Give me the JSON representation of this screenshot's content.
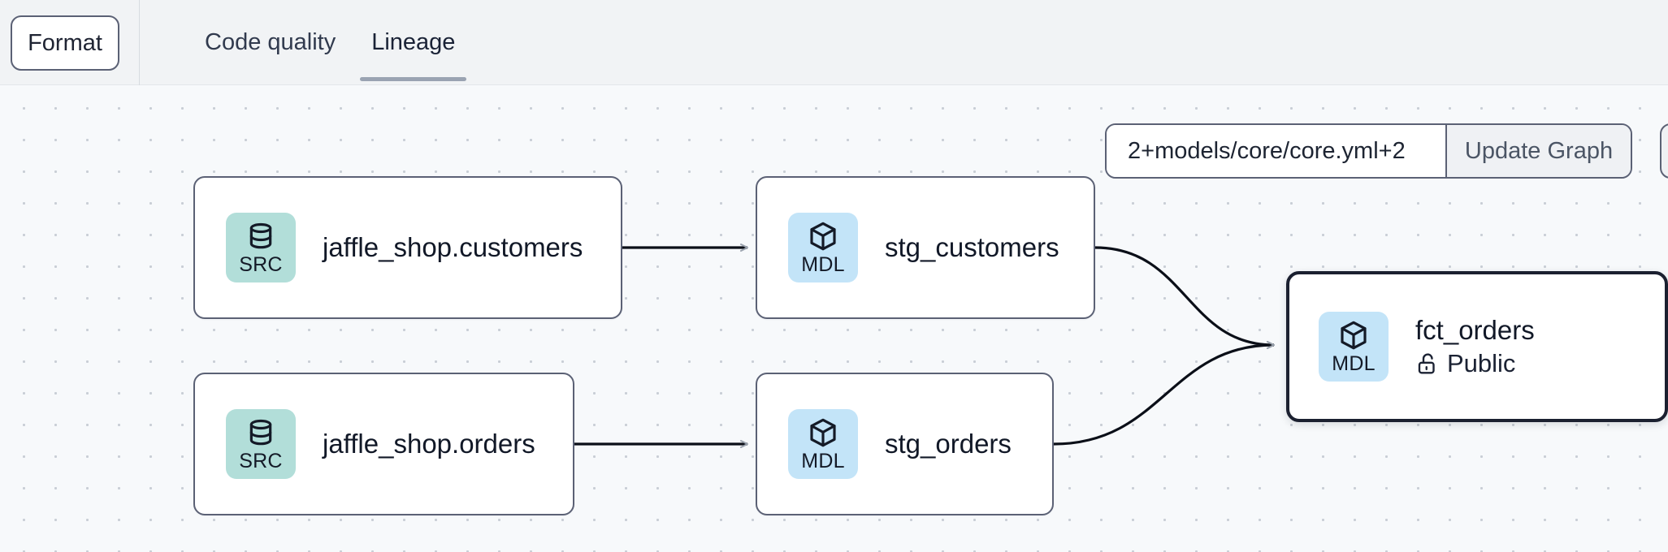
{
  "header": {
    "format_button": "Format",
    "tabs": [
      {
        "label": "Code quality",
        "active": false
      },
      {
        "label": "Lineage",
        "active": true
      }
    ]
  },
  "graph_toolbar": {
    "selector_value": "2+models/core/core.yml+2",
    "selector_placeholder": "2+models/core/core.yml+2",
    "update_button": "Update Graph"
  },
  "lineage": {
    "nodes": [
      {
        "id": "jaffle_shop_customers",
        "kind": "SRC",
        "icon": "database-icon",
        "title": "jaffle_shop.customers",
        "subtitle": "",
        "selected": false
      },
      {
        "id": "stg_customers",
        "kind": "MDL",
        "icon": "cube-icon",
        "title": "stg_customers",
        "subtitle": "",
        "selected": false
      },
      {
        "id": "jaffle_shop_orders",
        "kind": "SRC",
        "icon": "database-icon",
        "title": "jaffle_shop.orders",
        "subtitle": "",
        "selected": false
      },
      {
        "id": "stg_orders",
        "kind": "MDL",
        "icon": "cube-icon",
        "title": "stg_orders",
        "subtitle": "",
        "selected": false
      },
      {
        "id": "fct_orders",
        "kind": "MDL",
        "icon": "cube-icon",
        "title": "fct_orders",
        "subtitle": "Public",
        "subtitle_icon": "unlock-icon",
        "selected": true
      }
    ],
    "edges": [
      {
        "from": "jaffle_shop_customers",
        "to": "stg_customers"
      },
      {
        "from": "jaffle_shop_orders",
        "to": "stg_orders"
      },
      {
        "from": "stg_customers",
        "to": "fct_orders"
      },
      {
        "from": "stg_orders",
        "to": "fct_orders"
      }
    ]
  },
  "colors": {
    "src_badge": "#b2ded9",
    "mdl_badge": "#c3e4f8",
    "node_border": "#5b6175",
    "node_border_selected": "#1b2030",
    "canvas_bg": "#f7f9fb",
    "header_bg": "#f1f3f5",
    "tab_underline": "#9aa3b2",
    "edge": "#0b0f18"
  }
}
